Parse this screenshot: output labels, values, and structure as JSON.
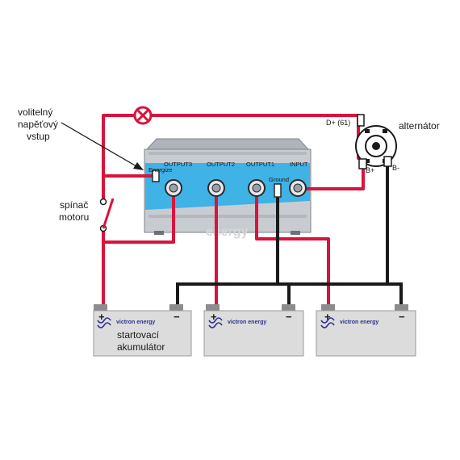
{
  "labels": {
    "optional_input": [
      "volitelný",
      "napěťový",
      "vstup"
    ],
    "switch": [
      "spínač",
      "motoru"
    ],
    "alternator": "alternátor",
    "d_plus": "D+ (61)",
    "b_plus": "B+",
    "b_minus": "B-",
    "starter_battery": [
      "startovací",
      "akumulátor"
    ]
  },
  "isolator": {
    "outputs": [
      "OUTPUT3",
      "OUTPUT2",
      "OUTPUT1"
    ],
    "input": "INPUT",
    "energize": "Energize",
    "ground": "Ground",
    "watermark": "energy"
  },
  "battery": {
    "brand": "victron energy",
    "plus": "+",
    "minus": "−"
  },
  "colors": {
    "wire_positive": "#d8143c",
    "wire_negative": "#1a1a1a",
    "isolator_blue": "#3fb2e6",
    "isolator_body": "#c8ccd0",
    "battery_body": "#dcdcdc",
    "brand_blue": "#2e3192"
  }
}
